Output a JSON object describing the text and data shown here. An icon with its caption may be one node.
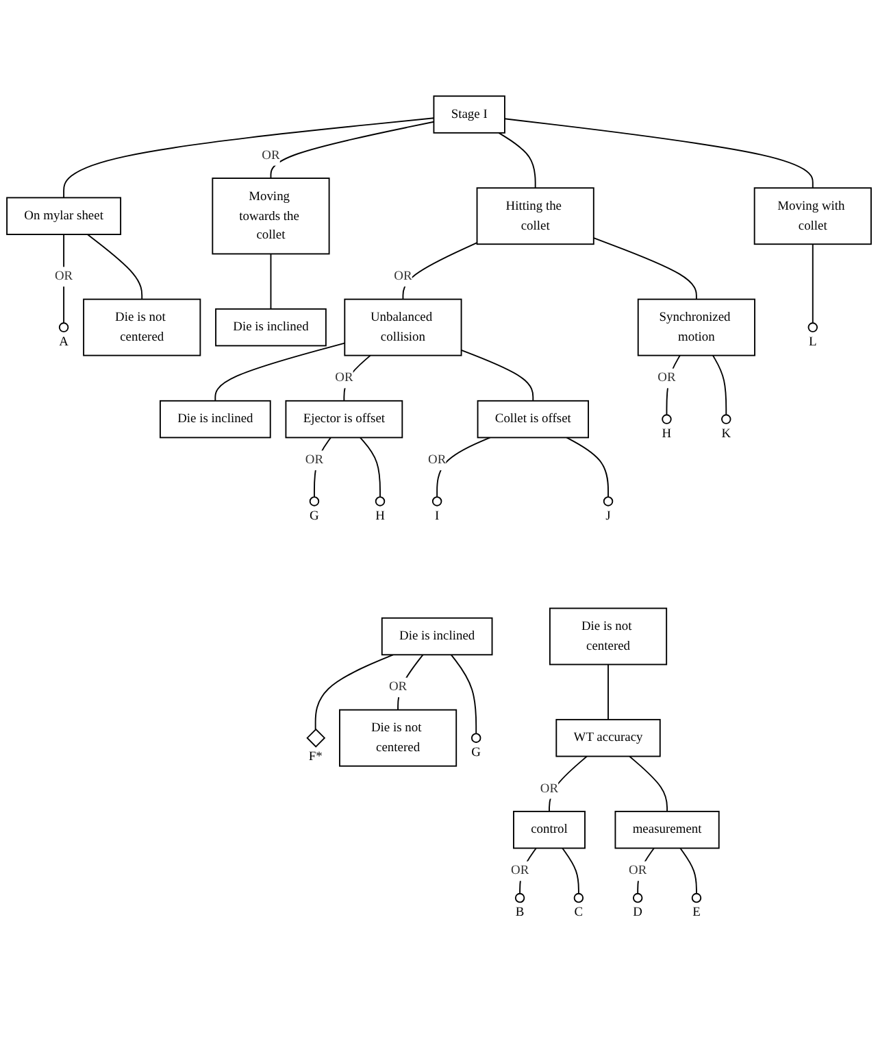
{
  "diagram": {
    "nodes": [
      {
        "text": [
          "Stage I"
        ]
      },
      {
        "text": [
          "On mylar sheet"
        ]
      },
      {
        "text": [
          "Moving towards the collet"
        ]
      },
      {
        "text": [
          "Hitting the collet"
        ]
      },
      {
        "text": [
          "Moving with collet"
        ]
      },
      {
        "text": [],
        "shape": "circle",
        "beside": [
          "A"
        ]
      },
      {
        "text": [
          "Die is not centered"
        ]
      },
      {
        "text": [
          "Die is inclined"
        ]
      },
      {
        "text": [
          "Unbalanced collision"
        ]
      },
      {
        "text": [
          "Synchronized motion"
        ]
      },
      {
        "text": [],
        "shape": "circle",
        "beside": [
          "L"
        ]
      },
      {
        "text": [
          "Die is inclined"
        ]
      },
      {
        "text": [
          "Ejector is offset"
        ]
      },
      {
        "text": [
          "Collet is offset"
        ]
      },
      {
        "text": [],
        "shape": "circle",
        "beside": [
          "H"
        ]
      },
      {
        "text": [],
        "shape": "circle",
        "beside": [
          "K"
        ]
      },
      {
        "text": [],
        "shape": "circle",
        "beside": [
          "G"
        ]
      },
      {
        "text": [],
        "shape": "circle",
        "beside": [
          "H"
        ]
      },
      {
        "text": [],
        "shape": "circle",
        "beside": [
          "I"
        ]
      },
      {
        "text": [],
        "shape": "circle",
        "beside": [
          "J"
        ]
      },
      {
        "text": [
          "Die is inclined"
        ]
      },
      {
        "text": [
          "Die is not centered"
        ]
      },
      {
        "text": [],
        "shape": "diamond",
        "beside": [
          "F*"
        ]
      },
      {
        "text": [
          "Die is not centered"
        ]
      },
      {
        "text": [],
        "shape": "circle",
        "beside": [
          "G"
        ]
      },
      {
        "text": [
          "WT accuracy"
        ]
      },
      {
        "text": [
          "control"
        ]
      },
      {
        "text": [
          "measurement"
        ]
      },
      {
        "text": [],
        "shape": "circle",
        "beside": [
          "B"
        ]
      },
      {
        "text": [],
        "shape": "circle",
        "beside": [
          "C"
        ]
      },
      {
        "text": [],
        "shape": "circle",
        "beside": [
          "D"
        ]
      },
      {
        "text": [],
        "shape": "circle",
        "beside": [
          "E"
        ]
      }
    ],
    "edges": [
      {
        "from": 0,
        "to": 1,
        "arrow": "none"
      },
      {
        "from": 0,
        "to": 2,
        "arrow": "none",
        "label": "OR"
      },
      {
        "from": 0,
        "to": 3,
        "arrow": "none"
      },
      {
        "from": 0,
        "to": 4,
        "arrow": "none"
      },
      {
        "from": 1,
        "to": 5,
        "arrow": "none",
        "label": "OR"
      },
      {
        "from": 1,
        "to": 6,
        "arrow": "none"
      },
      {
        "from": 2,
        "to": 7,
        "arrow": "none"
      },
      {
        "from": 3,
        "to": 8,
        "arrow": "none",
        "label": "OR"
      },
      {
        "from": 3,
        "to": 9,
        "arrow": "none"
      },
      {
        "from": 4,
        "to": 10,
        "arrow": "none"
      },
      {
        "from": 8,
        "to": 11,
        "arrow": "none"
      },
      {
        "from": 8,
        "to": 12,
        "arrow": "none",
        "label": "OR"
      },
      {
        "from": 8,
        "to": 13,
        "arrow": "none"
      },
      {
        "from": 9,
        "to": 14,
        "arrow": "none",
        "label": "OR"
      },
      {
        "from": 9,
        "to": 15,
        "arrow": "none"
      },
      {
        "from": 12,
        "to": 16,
        "arrow": "none",
        "label": "OR"
      },
      {
        "from": 12,
        "to": 17,
        "arrow": "none"
      },
      {
        "from": 13,
        "to": 18,
        "arrow": "none",
        "label": "OR"
      },
      {
        "from": 13,
        "to": 19,
        "arrow": "none"
      },
      {
        "from": 20,
        "to": 22,
        "arrow": "none"
      },
      {
        "from": 20,
        "to": 23,
        "arrow": "none",
        "label": "OR"
      },
      {
        "from": 20,
        "to": 24,
        "arrow": "none"
      },
      {
        "from": 21,
        "to": 25,
        "arrow": "none"
      },
      {
        "from": 25,
        "to": 26,
        "arrow": "none",
        "label": "OR"
      },
      {
        "from": 25,
        "to": 27,
        "arrow": "none"
      },
      {
        "from": 26,
        "to": 28,
        "arrow": "none",
        "label": "OR"
      },
      {
        "from": 26,
        "to": 29,
        "arrow": "none"
      },
      {
        "from": 27,
        "to": 30,
        "arrow": "none",
        "label": "OR"
      },
      {
        "from": 27,
        "to": 31,
        "arrow": "none"
      }
    ]
  }
}
